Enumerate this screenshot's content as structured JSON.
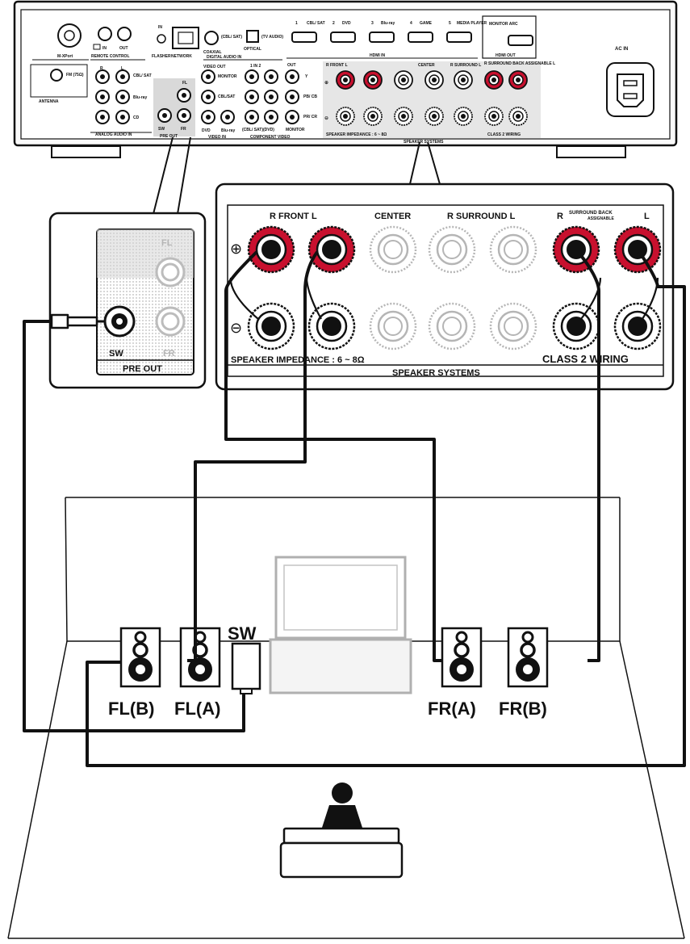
{
  "receiver": {
    "top_labels": {
      "mxport": "M-XPort",
      "remote_control": "REMOTE CONTROL",
      "remote_in": "IN",
      "remote_out": "OUT",
      "flasher": "FLASHER",
      "flasher_in": "IN",
      "network": "NETWORK",
      "digital_audio_in": "DIGITAL AUDIO IN",
      "coaxial": "COAXIAL",
      "coaxial_src": "(CBL/ SAT)",
      "optical": "OPTICAL",
      "optical_src": "(TV AUDIO)",
      "hdmi_in": "HDMI IN",
      "hdmi_ports": [
        "1",
        "CBL/ SAT",
        "2",
        "DVD",
        "3",
        "Blu-ray",
        "4",
        "GAME",
        "5",
        "MEDIA PLAYER"
      ],
      "hdmi_out": "HDMI OUT",
      "monitor_arc": "MONITOR ARC",
      "ac_in": "AC IN"
    },
    "lower_labels": {
      "antenna": "ANTENNA",
      "fm": "FM (75Ω)",
      "analog_audio_in": "ANALOG AUDIO IN",
      "analog_r": "R",
      "analog_l": "L",
      "analog_rows": [
        "CBL/ SAT",
        "Blu-ray",
        "CD"
      ],
      "pre_out": "PRE OUT",
      "pre_out_fl": "FL",
      "pre_out_sw": "SW",
      "pre_out_fr": "FR",
      "video_out": "VIDEO OUT",
      "monitor": "MONITOR",
      "video_cbl": "CBL/SAT",
      "video_in": "VIDEO IN",
      "video_in_ports": [
        "DVD",
        "Blu-ray"
      ],
      "component_video": "COMPONENT VIDEO",
      "component_in": "1 IN 2",
      "component_ports": [
        "(CBL/ SAT)",
        "(DVD)",
        "MONITOR"
      ],
      "component_out": "OUT",
      "component_y": "Y",
      "component_pb": "PB/ CB",
      "component_pr": "PR/ CR",
      "speaker_impedance": "SPEAKER IMPEDANCE : 6 ~ 8Ω",
      "speaker_systems": "SPEAKER SYSTEMS",
      "class2_wiring": "CLASS 2 WIRING",
      "spk_front": "R  FRONT  L",
      "spk_center": "CENTER",
      "spk_surround": "R  SURROUND  L",
      "spk_surround_back": "R SURROUND BACK ASSIGNABLE L"
    }
  },
  "pre_out_callout": {
    "fl": "FL",
    "sw": "SW",
    "fr": "FR",
    "title": "PRE OUT"
  },
  "speaker_callout": {
    "front": "R   FRONT   L",
    "center": "CENTER",
    "surround": "R  SURROUND  L",
    "surround_back_r": "R",
    "surround_back": "SURROUND BACK",
    "assignable": "ASSIGNABLE",
    "surround_back_l": "L",
    "plus": "⊕",
    "minus": "⊖",
    "impedance": "SPEAKER IMPEDANCE : 6 ~ 8Ω",
    "class2": "CLASS 2 WIRING",
    "systems": "SPEAKER SYSTEMS"
  },
  "room": {
    "sw_label": "SW",
    "speakers": [
      "FL(B)",
      "FL(A)",
      "FR(A)",
      "FR(B)"
    ]
  },
  "colors": {
    "terminal_red": "#c8102e",
    "line": "#111111",
    "panel_gray": "#d9d9d9",
    "faded": "#b5b5b5"
  }
}
